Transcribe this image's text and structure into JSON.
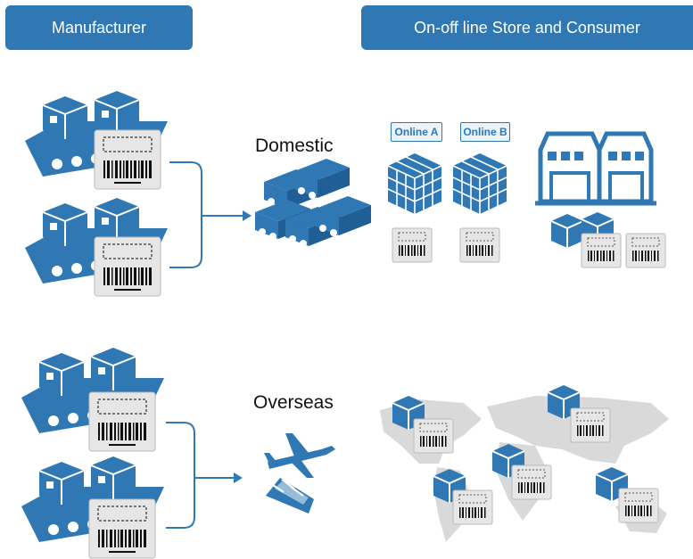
{
  "headers": {
    "manufacturer": "Manufacturer",
    "store_consumer": "On-off line Store and Consumer"
  },
  "routes": {
    "domestic": "Domestic",
    "overseas": "Overseas"
  },
  "online_tags": [
    "Online A",
    "Online B"
  ],
  "colors": {
    "brand_blue": "#2f78b4",
    "map_gray": "#d9d9d9",
    "label_gray": "#e6e6e6"
  },
  "icons": {
    "factory": "conveyor-boxes-icon",
    "label": "barcode-label-icon",
    "truck": "truck-fleet-icon",
    "plane": "airplane-icon",
    "ship": "cargo-ship-icon",
    "warehouse": "warehouse-icon",
    "map": "world-map-icon"
  }
}
